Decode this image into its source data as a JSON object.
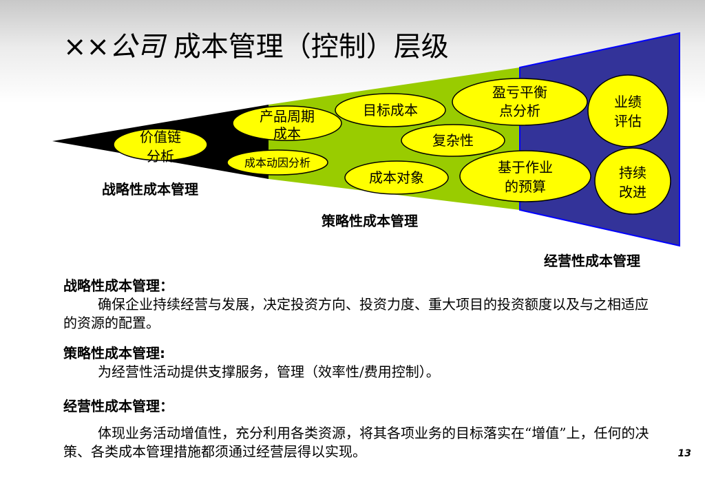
{
  "slide": {
    "title_prefix": "××公司",
    "title_main": "成本管理（控制）层级",
    "page_number": "13"
  },
  "diagram": {
    "colors": {
      "strategic": "#000000",
      "tactical": "#99cc00",
      "operational": "#333399",
      "ellipse_fill": "#ffff00"
    },
    "levels": {
      "strategic": "战略性成本管理",
      "tactical": "策略性成本管理",
      "operational": "经营性成本管理"
    },
    "nodes": {
      "value_chain": [
        "价值链",
        "分析"
      ],
      "product_lifecycle": [
        "产品周期",
        "成本"
      ],
      "cost_driver": [
        "成本动因分析"
      ],
      "target_cost": [
        "目标成本"
      ],
      "complexity": [
        "复杂性"
      ],
      "cost_object": [
        "成本对象"
      ],
      "breakeven": [
        "盈亏平衡",
        "点分析"
      ],
      "activity_budget": [
        "基于作业",
        "的预算"
      ],
      "performance": [
        "业绩",
        "评估"
      ],
      "improvement": [
        "持续",
        "改进"
      ]
    }
  },
  "descriptions": [
    {
      "heading": "战略性成本管理：",
      "body": "确保企业持续经营与发展，决定投资方向、投资力度、重大项目的投资额度以及与之相适应的资源的配置。"
    },
    {
      "heading": "策略性成本管理:",
      "body": "为经营性活动提供支撑服务，管理（效率性/费用控制）。"
    },
    {
      "heading": "经营性成本管理：",
      "body": "体现业务活动增值性，充分利用各类资源，将其各项业务的目标落实在“增值”上，任何的决策、各类成本管理措施都须通过经营层得以实现。"
    }
  ]
}
